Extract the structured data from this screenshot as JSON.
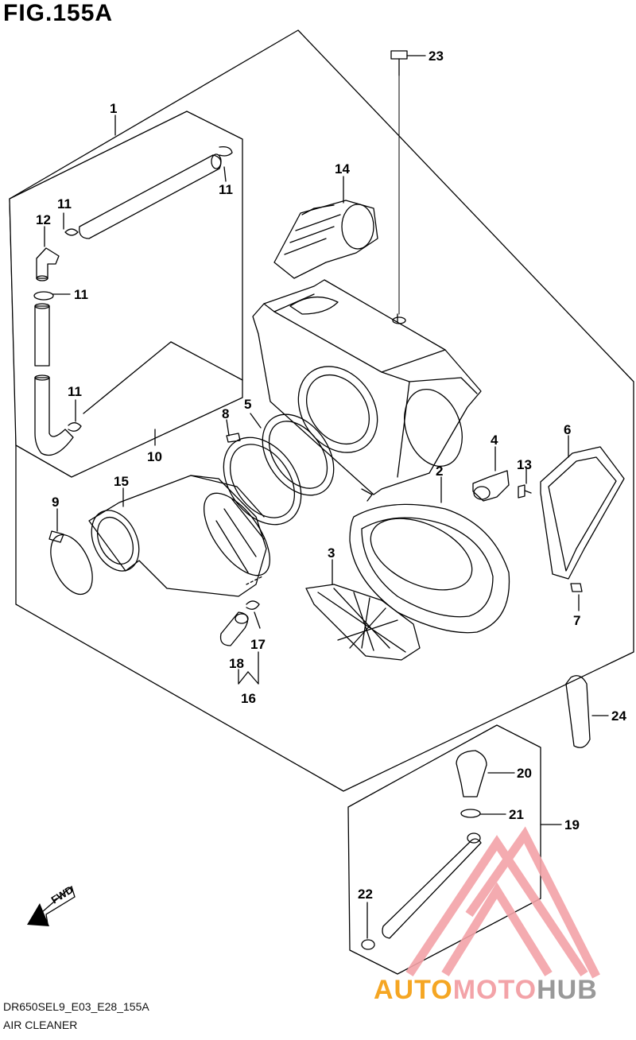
{
  "figure": {
    "title": "FIG.155A",
    "code": "DR650SEL9_E03_E28_155A",
    "caption": "AIR CLEANER"
  },
  "fwd_label": "FWD",
  "watermark": {
    "part1": "AUTO",
    "part2": "MOTO",
    "part3": "HUB"
  },
  "colors": {
    "line": "#000000",
    "watermark_red": "#f3a3a8",
    "watermark_orange": "#f5a623",
    "watermark_gray": "#999999"
  },
  "callouts": {
    "c1": "1",
    "c2": "2",
    "c3": "3",
    "c4": "4",
    "c5": "5",
    "c6": "6",
    "c7": "7",
    "c8": "8",
    "c9": "9",
    "c10": "10",
    "c11a": "11",
    "c11b": "11",
    "c11c": "11",
    "c11d": "11",
    "c12": "12",
    "c13": "13",
    "c14": "14",
    "c15": "15",
    "c16": "16",
    "c17": "17",
    "c18": "18",
    "c19": "19",
    "c20": "20",
    "c21": "21",
    "c22": "22",
    "c23": "23",
    "c24": "24"
  }
}
